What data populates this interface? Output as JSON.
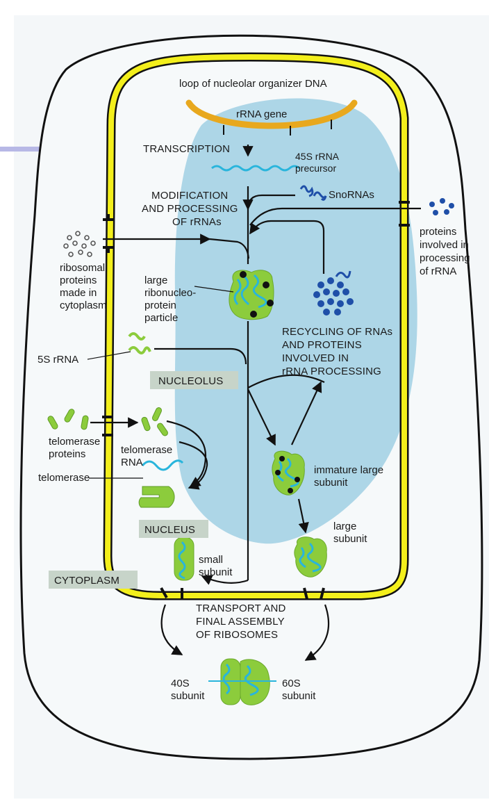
{
  "diagram": {
    "labels": {
      "loop_dna": "loop of nucleolar organizer DNA",
      "rrna_gene": "rRNA gene",
      "transcription": "TRANSCRIPTION",
      "precursor": [
        "45S rRNA",
        "precursor"
      ],
      "snornas": "SnoRNAs",
      "modification": [
        "MODIFICATION",
        "AND PROCESSING",
        "OF rRNAs"
      ],
      "proteins_processing": [
        "proteins",
        "involved in",
        "processing",
        "of rRNA"
      ],
      "ribosomal_proteins": [
        "ribosomal",
        "proteins",
        "made in",
        "cytoplasm"
      ],
      "large_particle": [
        "large",
        "ribonucleo-",
        "protein",
        "particle"
      ],
      "recycling": [
        "RECYCLING OF RNAs",
        "AND PROTEINS",
        "INVOLVED IN",
        "rRNA PROCESSING"
      ],
      "rrna_5s": "5S rRNA",
      "nucleolus": "NUCLEOLUS",
      "telomerase_proteins": [
        "telomerase",
        "proteins"
      ],
      "telomerase_rna": [
        "telomerase",
        "RNA"
      ],
      "telomerase": "telomerase",
      "immature_large": [
        "immature large",
        "subunit"
      ],
      "large_subunit": [
        "large",
        "subunit"
      ],
      "nucleus": "NUCLEUS",
      "small_subunit": [
        "small",
        "subunit"
      ],
      "cytoplasm": "CYTOPLASM",
      "transport": [
        "TRANSPORT AND",
        "FINAL ASSEMBLY",
        "OF RIBOSOMES"
      ],
      "s40": [
        "40S",
        "subunit"
      ],
      "s60": [
        "60S",
        "subunit"
      ]
    },
    "colors": {
      "nucleolus_fill": "#a9d4e6",
      "membrane_yellow": "#f3ef1c",
      "dna_orange": "#e8a81e",
      "rna_cyan": "#29b5dc",
      "particle_green": "#8ccc3c",
      "particle_light": "#c9e7a8",
      "protein_blue": "#1f4fa8",
      "label_box": "#c7d4c9",
      "outline": "#111111"
    }
  }
}
